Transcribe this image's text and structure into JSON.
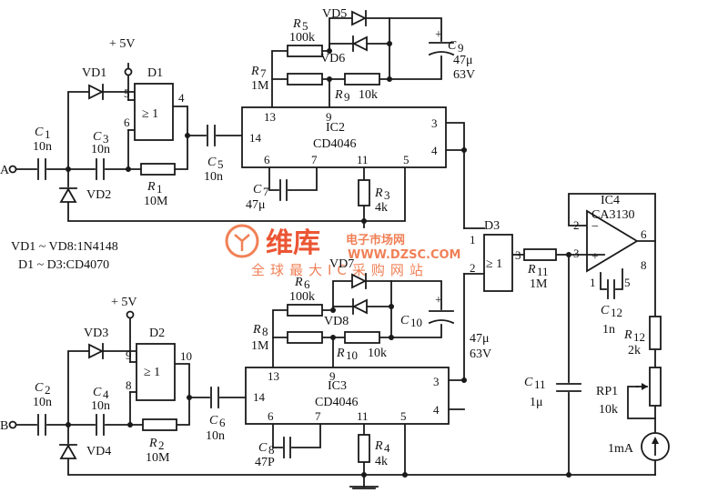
{
  "supply": {
    "vcc_top": "+ 5V",
    "vcc_bottom": "+ 5V"
  },
  "inputs": {
    "a": "A",
    "b": "B"
  },
  "notes": {
    "diodes": "VD1 ~ VD8:1N4148",
    "gates": "D1 ~ D3:CD4070"
  },
  "gates": {
    "d1": {
      "name": "D1",
      "symbol": "≥ 1",
      "pins": [
        "5",
        "6",
        "4"
      ]
    },
    "d2": {
      "name": "D2",
      "symbol": "≥ 1",
      "pins": [
        "9",
        "8",
        "10"
      ]
    },
    "d3": {
      "name": "D3",
      "symbol": "≥ 1",
      "pins": [
        "1",
        "2",
        "3"
      ]
    }
  },
  "ics": {
    "ic2": {
      "name": "IC2",
      "part": "CD4046",
      "pins": [
        "13",
        "9",
        "14",
        "6",
        "7",
        "11",
        "5",
        "3",
        "4"
      ]
    },
    "ic3": {
      "name": "IC3",
      "part": "CD4046",
      "pins": [
        "13",
        "9",
        "14",
        "6",
        "7",
        "11",
        "5",
        "3",
        "4"
      ]
    },
    "ic4": {
      "name": "IC4",
      "part": "CA3130",
      "pins": [
        "2",
        "3",
        "6",
        "8",
        "1",
        "5"
      ]
    }
  },
  "components": {
    "c1": {
      "ref": "C",
      "sub": "1",
      "value": "10n"
    },
    "c2": {
      "ref": "C",
      "sub": "2",
      "value": "10n"
    },
    "c3": {
      "ref": "C",
      "sub": "3",
      "value": "10n"
    },
    "c4": {
      "ref": "C",
      "sub": "4",
      "value": "10n"
    },
    "c5": {
      "ref": "C",
      "sub": "5",
      "value": "10n"
    },
    "c6": {
      "ref": "C",
      "sub": "6",
      "value": "10n"
    },
    "c7": {
      "ref": "C",
      "sub": "7",
      "value": "47μ"
    },
    "c8": {
      "ref": "C",
      "sub": "8",
      "value": "47P"
    },
    "c9": {
      "ref": "C",
      "sub": "9",
      "value": "47μ",
      "voltage": "63V"
    },
    "c10": {
      "ref": "C",
      "sub": "10",
      "value": "47μ",
      "voltage": "63V"
    },
    "c11": {
      "ref": "C",
      "sub": "11",
      "value": "1μ"
    },
    "c12": {
      "ref": "C",
      "sub": "12",
      "value": "1n"
    },
    "r1": {
      "ref": "R",
      "sub": "1",
      "value": "10M"
    },
    "r2": {
      "ref": "R",
      "sub": "2",
      "value": "10M"
    },
    "r3": {
      "ref": "R",
      "sub": "3",
      "value": "4k"
    },
    "r4": {
      "ref": "R",
      "sub": "4",
      "value": "4k"
    },
    "r5": {
      "ref": "R",
      "sub": "5",
      "value": "100k"
    },
    "r6": {
      "ref": "R",
      "sub": "6",
      "value": "100k"
    },
    "r7": {
      "ref": "R",
      "sub": "7",
      "value": "1M"
    },
    "r8": {
      "ref": "R",
      "sub": "8",
      "value": "1M"
    },
    "r9": {
      "ref": "R",
      "sub": "9",
      "value": "10k"
    },
    "r10": {
      "ref": "R",
      "sub": "10",
      "value": "10k"
    },
    "r11": {
      "ref": "R",
      "sub": "11",
      "value": "1M"
    },
    "r12": {
      "ref": "R",
      "sub": "12",
      "value": "2k"
    },
    "rp1": {
      "ref": "RP1",
      "value": "10k"
    },
    "meter": {
      "value": "1mA"
    }
  },
  "diodes": [
    "VD1",
    "VD2",
    "VD3",
    "VD4",
    "VD5",
    "VD6",
    "VD7",
    "VD8"
  ],
  "opamp": {
    "minus": "−",
    "plus": "+"
  },
  "polarity": "+",
  "watermark": {
    "logo": "维库",
    "site_cn": "电子市场网",
    "url": "WWW.DZSC.COM",
    "tagline": "全球最大IC采购网站"
  }
}
